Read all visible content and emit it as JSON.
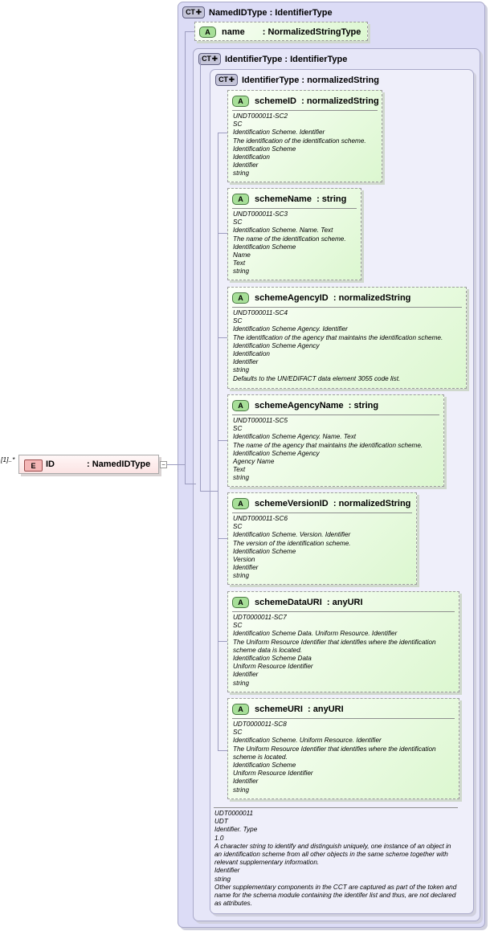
{
  "element": {
    "cardinality": "[1]..*",
    "badge": "E",
    "name": "ID",
    "type": ": NamedIDType",
    "collapse": "−"
  },
  "named_id_type": {
    "badge": "CT",
    "title": "NamedIDType : IdentifierType",
    "name_attr": {
      "badge": "A",
      "name": "name",
      "type": ": NormalizedStringType"
    }
  },
  "identifier_type_outer": {
    "badge": "CT",
    "title": "IdentifierType : IdentifierType"
  },
  "identifier_type_inner": {
    "badge": "CT",
    "title": "IdentifierType : normalizedString",
    "doc": [
      "UDT0000011",
      "UDT",
      "Identifier. Type",
      "1.0",
      "A character string to identify and distinguish uniquely, one instance of an object in an identification scheme from all other objects in the same scheme together with relevant supplementary information.",
      "Identifier",
      "string",
      "Other supplementary components in the CCT are captured as part of the token and name for the schema module containing the identifer list and thus, are not declared as attributes."
    ]
  },
  "attributes": [
    {
      "badge": "A",
      "name": "schemeID",
      "type": ": normalizedString",
      "doc": [
        "UNDT000011-SC2",
        "SC",
        "Identification Scheme. Identifier",
        "The identification of the identification scheme.",
        "Identification Scheme",
        "Identification",
        "Identifier",
        "string"
      ]
    },
    {
      "badge": "A",
      "name": "schemeName",
      "type": ": string",
      "doc": [
        "UNDT000011-SC3",
        "SC",
        "Identification Scheme. Name. Text",
        "The name of the identification scheme.",
        "Identification Scheme",
        "Name",
        "Text",
        "string"
      ]
    },
    {
      "badge": "A",
      "name": "schemeAgencyID",
      "type": ": normalizedString",
      "doc": [
        "UNDT000011-SC4",
        "SC",
        "Identification Scheme Agency. Identifier",
        "The identification of the agency that maintains the identification scheme.",
        "Identification Scheme Agency",
        "Identification",
        "Identifier",
        "string",
        "Defaults to the UN/EDIFACT data element 3055 code list."
      ]
    },
    {
      "badge": "A",
      "name": "schemeAgencyName",
      "type": ": string",
      "doc": [
        "UNDT000011-SC5",
        "SC",
        "Identification Scheme Agency. Name. Text",
        "The name of the agency that maintains the identification scheme.",
        "Identification Scheme Agency",
        "Agency Name",
        "Text",
        "string"
      ]
    },
    {
      "badge": "A",
      "name": "schemeVersionID",
      "type": ": normalizedString",
      "doc": [
        "UNDT000011-SC6",
        "SC",
        "Identification Scheme. Version. Identifier",
        "The version of the identification scheme.",
        "Identification Scheme",
        "Version",
        "Identifier",
        "string"
      ]
    },
    {
      "badge": "A",
      "name": "schemeDataURI",
      "type": ": anyURI",
      "doc": [
        "UDT0000011-SC7",
        "SC",
        "Identification Scheme Data. Uniform Resource. Identifier",
        "The Uniform Resource Identifier that identifies where the identification scheme data is located.",
        "Identification Scheme Data",
        "Uniform Resource Identifier",
        "Identifier",
        "string"
      ]
    },
    {
      "badge": "A",
      "name": "schemeURI",
      "type": ": anyURI",
      "doc": [
        "UDT0000011-SC8",
        "SC",
        "Identification Scheme. Uniform Resource. Identifier",
        "The Uniform Resource Identifier that identifies where the identification scheme is located.",
        "Identification Scheme",
        "Uniform Resource Identifier",
        "Identifier",
        "string"
      ]
    }
  ],
  "colors": {
    "ct_outer_bg": "#dcdcf6",
    "ct_mid_bg": "#e6e6f8",
    "ct_inner_bg": "#efeffa",
    "attr_bg": "#e6fadc",
    "element_bg": "#fbe3e3"
  }
}
